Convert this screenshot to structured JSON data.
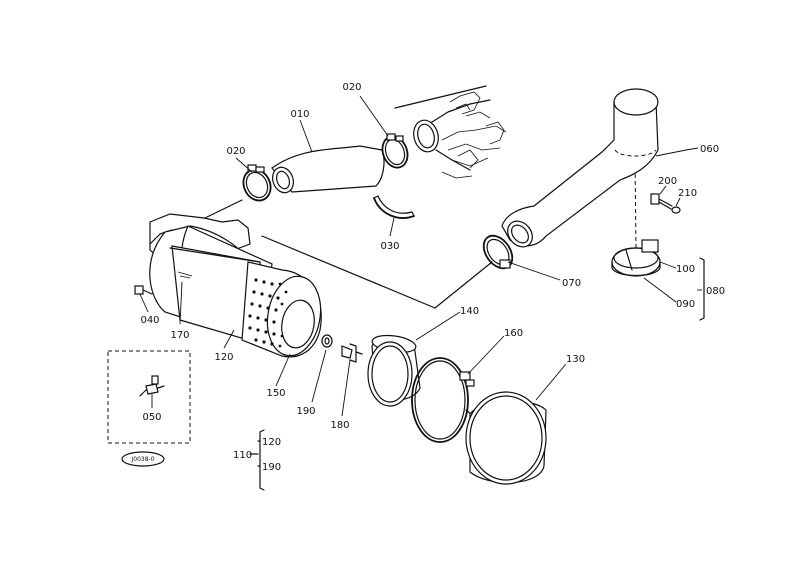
{
  "diagram": {
    "callouts": {
      "p010": "010",
      "p020a": "020",
      "p020b": "020",
      "p030": "030",
      "p040": "040",
      "p050": "050",
      "p060": "060",
      "p070": "070",
      "p080": "080",
      "p090": "090",
      "p100": "100",
      "p110": "110",
      "p120a": "120",
      "p120b": "120",
      "p130": "130",
      "p140": "140",
      "p150": "150",
      "p160": "160",
      "p170": "170",
      "p180": "180",
      "p190a": "190",
      "p190b": "190",
      "p200": "200",
      "p210": "210"
    },
    "stamp_code": "J0038-0"
  }
}
